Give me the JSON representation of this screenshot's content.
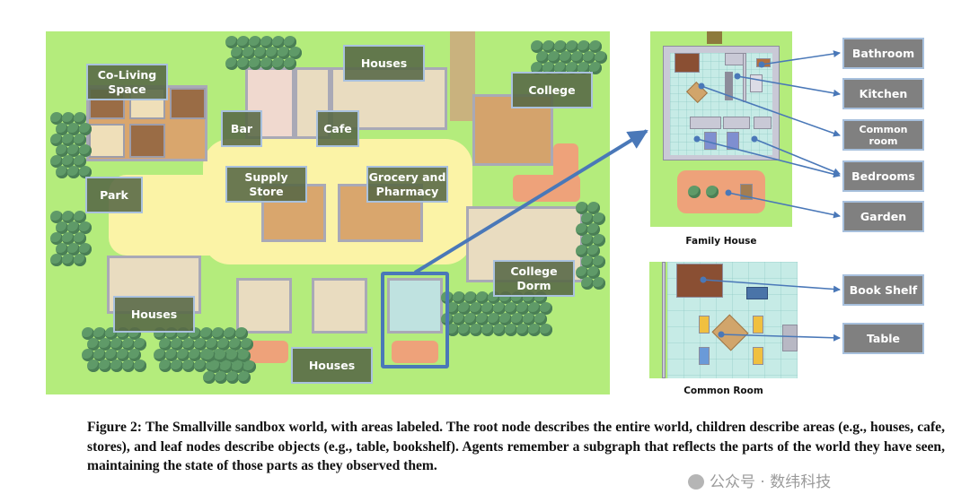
{
  "figure": {
    "main_map": {
      "name": "Smallville sandbox world map",
      "area_labels": [
        {
          "id": "co-living-space",
          "text": "Co-Living Space",
          "line1": "Co-Living",
          "line2": "Space"
        },
        {
          "id": "houses-top",
          "text": "Houses"
        },
        {
          "id": "college",
          "text": "College"
        },
        {
          "id": "bar",
          "text": "Bar"
        },
        {
          "id": "cafe",
          "text": "Cafe"
        },
        {
          "id": "park",
          "text": "Park"
        },
        {
          "id": "supply-store",
          "text": "Supply Store",
          "line1": "Supply",
          "line2": "Store"
        },
        {
          "id": "grocery-and-pharmacy",
          "text": "Grocery and Pharmacy",
          "line1": "Grocery and",
          "line2": "Pharmacy"
        },
        {
          "id": "college-dorm",
          "text": "College Dorm",
          "line1": "College",
          "line2": "Dorm"
        },
        {
          "id": "houses-left",
          "text": "Houses"
        },
        {
          "id": "houses-bottom",
          "text": "Houses"
        }
      ]
    },
    "family_house_panel": {
      "title": "Family House",
      "labels": [
        "Bathroom",
        "Kitchen",
        "Common room",
        "Bedrooms",
        "Garden"
      ],
      "common_room_line1": "Common",
      "common_room_line2": "room"
    },
    "common_room_panel": {
      "title": "Common Room",
      "labels": [
        "Book Shelf",
        "Table"
      ]
    },
    "caption": "Figure 2: The Smallville sandbox world, with areas labeled. The root node describes the entire world, children describe areas (e.g., houses, cafe, stores), and leaf nodes describe objects (e.g., table, bookshelf). Agents remember a subgraph that reflects the parts of the world they have seen, maintaining the state of those parts as they observed them.",
    "watermark": "公众号 · 数纬科技"
  },
  "colors": {
    "grass": "#b4ec7c",
    "sand": "#fbf3a6",
    "area_label_bg": "#566846",
    "object_label_bg": "#808080",
    "label_border": "#a9c1de",
    "arrow": "#4a78b8"
  }
}
